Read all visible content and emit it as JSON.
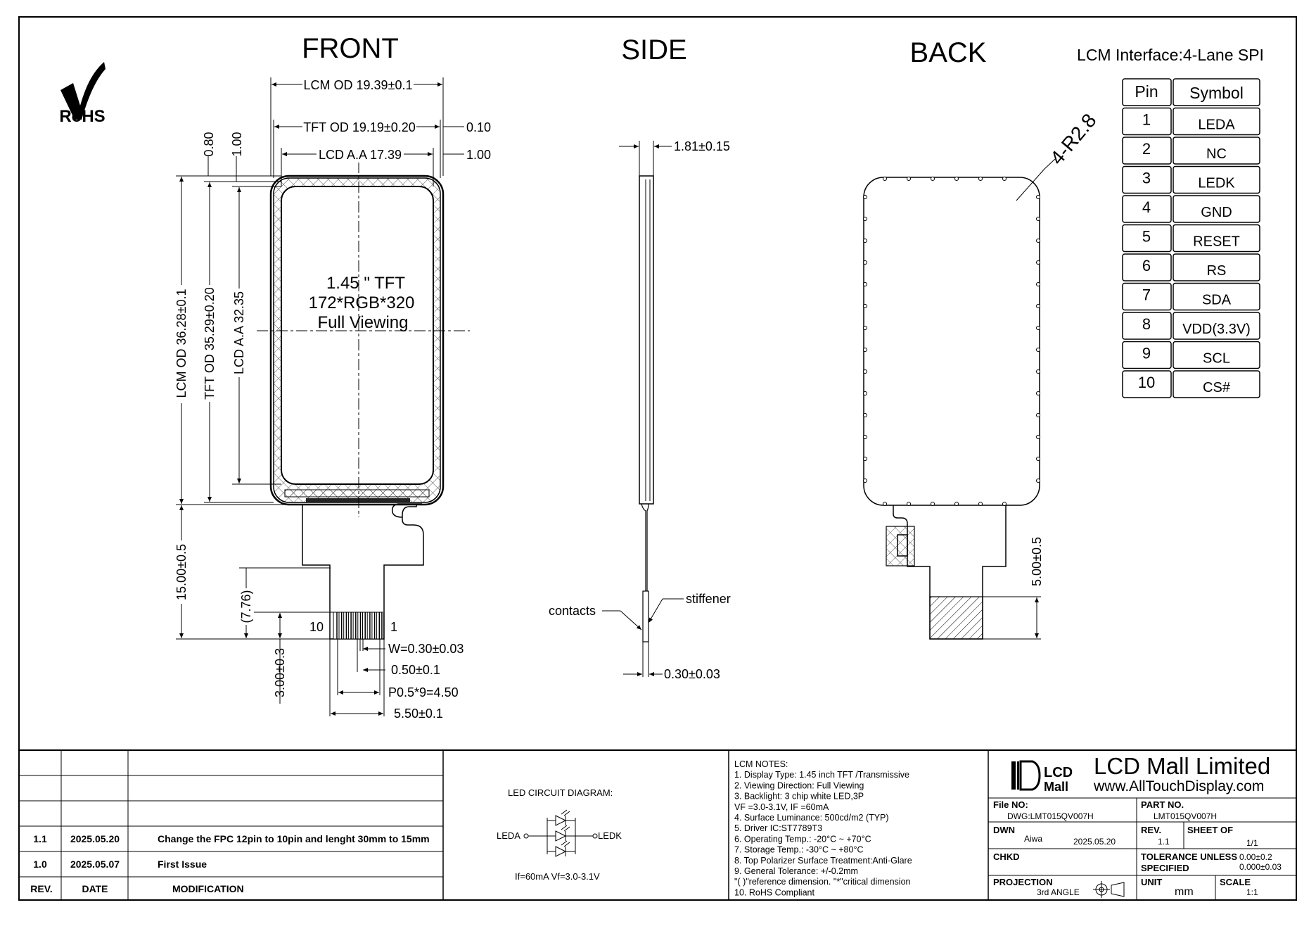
{
  "views": {
    "front": "FRONT",
    "side": "SIDE",
    "back": "BACK"
  },
  "rohs": "RoHS",
  "interface": "LCM Interface:4-Lane SPI",
  "pin_table": {
    "headers": [
      "Pin",
      "Symbol"
    ],
    "rows": [
      [
        "1",
        "LEDA"
      ],
      [
        "2",
        "NC"
      ],
      [
        "3",
        "LEDK"
      ],
      [
        "4",
        "GND"
      ],
      [
        "5",
        "RESET"
      ],
      [
        "6",
        "RS"
      ],
      [
        "7",
        "SDA"
      ],
      [
        "8",
        "VDD(3.3V)"
      ],
      [
        "9",
        "SCL"
      ],
      [
        "10",
        "CS#"
      ]
    ]
  },
  "front": {
    "center_label": [
      "1.45 \" TFT",
      "172*RGB*320",
      "Full Viewing"
    ],
    "dims": {
      "lcm_od_w": "LCM OD 19.39±0.1",
      "tft_od_w": "TFT OD 19.19±0.20",
      "tft_od_w_gap": "0.10",
      "lcd_aa_w": "LCD A.A 17.39",
      "lcd_aa_w_gap": "1.00",
      "top_gap_a": "0.80",
      "top_gap_b": "1.00",
      "lcm_od_h": "LCM OD 36.28±0.1",
      "tft_od_h": "TFT OD 35.29±0.20",
      "lcd_aa_h": "LCD A.A 32.35",
      "fpc_len": "15.00±0.5",
      "fpc_ref": "(7.76)",
      "finger_len": "3.00±0.3",
      "pin_w": "W=0.30±0.03",
      "pin_pitch": "0.50±0.1",
      "pitch_total": "P0.5*9=4.50",
      "fpc_w": "5.50±0.1",
      "pin_first": "1",
      "pin_last": "10"
    }
  },
  "side": {
    "thickness": "1.81±0.15",
    "fpc_thickness": "0.30±0.03",
    "stiffener": "stiffener",
    "contacts": "contacts"
  },
  "back": {
    "radius": "4-R2.8",
    "stiffener_len": "5.00±0.5"
  },
  "revisions": [
    {
      "rev": "1.1",
      "date": "2025.05.20",
      "mod": "Change the FPC 12pin to 10pin and lenght 30mm to 15mm"
    },
    {
      "rev": "1.0",
      "date": "2025.05.07",
      "mod": "First Issue"
    }
  ],
  "rev_headers": {
    "rev": "REV.",
    "date": "DATE",
    "mod": "MODIFICATION"
  },
  "led": {
    "title": "LED CIRCUIT DIAGRAM:",
    "anode": "LEDA",
    "cathode": "LEDK",
    "spec": "If=60mA  Vf=3.0-3.1V"
  },
  "notes": [
    "LCM NOTES:",
    "1. Display Type: 1.45 inch  TFT /Transmissive",
    "2. Viewing Direction: Full Viewing",
    "3. Backlight: 3 chip white LED,3P",
    "            VF =3.0-3.1V, IF =60mA",
    "4. Surface Luminance: 500cd/m2 (TYP)",
    "5. Driver IC:ST7789T3",
    "6. Operating Temp.: -20°C ~ +70°C",
    "7. Storage Temp.: -30°C ~ +80°C",
    "8. Top Polarizer Surface Treatment:Anti-Glare",
    "9. General Tolerance: +/-0.2mm",
    "    \"( )\"reference dimension. \"*\"critical dimension",
    "10. RoHS Compliant"
  ],
  "title_block": {
    "logo_top": "LCD",
    "logo_bottom": "Mall",
    "company": "LCD Mall Limited",
    "website": "www.AllTouchDisplay.com",
    "file_no_label": "File NO:",
    "file_no": "DWG:LMT015QV007H",
    "part_no_label": "PART NO.",
    "part_no": "LMT015QV007H",
    "dwn_label": "DWN",
    "dwn": "Aiwa",
    "dwn_date": "2025.05.20",
    "rev_label": "REV.",
    "rev": "1.1",
    "sheet_label": "SHEET OF",
    "sheet": "1/1",
    "chkd_label": "CHKD",
    "tol_label_1": "TOLERANCE UNLESS",
    "tol_label_2": "SPECIFIED",
    "tol_1": "0.00±0.2",
    "tol_2": "0.000±0.03",
    "proj_label": "PROJECTION",
    "proj": "3rd ANGLE",
    "unit_label": "UNIT",
    "unit": "mm",
    "scale_label": "SCALE",
    "scale": "1:1"
  }
}
